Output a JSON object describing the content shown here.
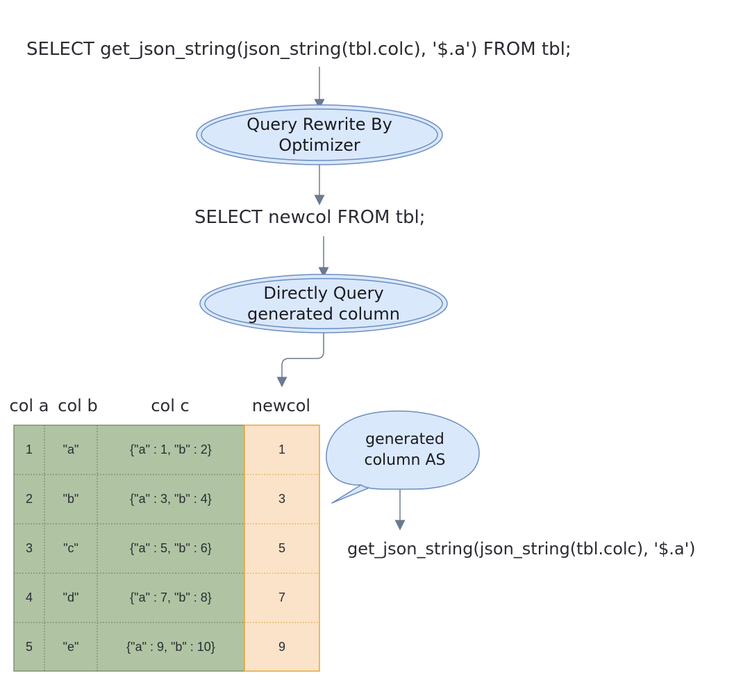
{
  "queries": {
    "original": "SELECT get_json_string(json_string(tbl.colc), '$.a') FROM tbl;",
    "rewritten": "SELECT newcol FROM tbl;"
  },
  "nodes": {
    "rewrite": {
      "line1": "Query Rewrite By",
      "line2": "Optimizer"
    },
    "direct": {
      "line1": "Directly Query",
      "line2": "generated column"
    }
  },
  "table": {
    "headers": [
      "col a",
      "col b",
      "col c",
      "newcol"
    ],
    "rows": [
      [
        "1",
        "\"a\"",
        "{\"a\" : 1, \"b\" : 2}",
        "1"
      ],
      [
        "2",
        "\"b\"",
        "{\"a\" : 3, \"b\" : 4}",
        "3"
      ],
      [
        "3",
        "\"c\"",
        "{\"a\" : 5, \"b\" : 6}",
        "5"
      ],
      [
        "4",
        "\"d\"",
        "{\"a\" : 7, \"b\" : 8}",
        "7"
      ],
      [
        "5",
        "\"e\"",
        "{\"a\" : 9, \"b\" : 10}",
        "9"
      ]
    ]
  },
  "callout": {
    "line1": "generated",
    "line2": "column AS"
  },
  "expression": "get_json_string(json_string(tbl.colc), '$.a')",
  "colors": {
    "node_fill": "#dae8fc",
    "node_stroke": "#6c8ebf",
    "arrow": "#6b7a8f",
    "table_fill": "#b0c4a3",
    "table_stroke": "#6a7f5e",
    "newcol_fill": "#fbe3c9",
    "newcol_stroke": "#e0a83b"
  }
}
